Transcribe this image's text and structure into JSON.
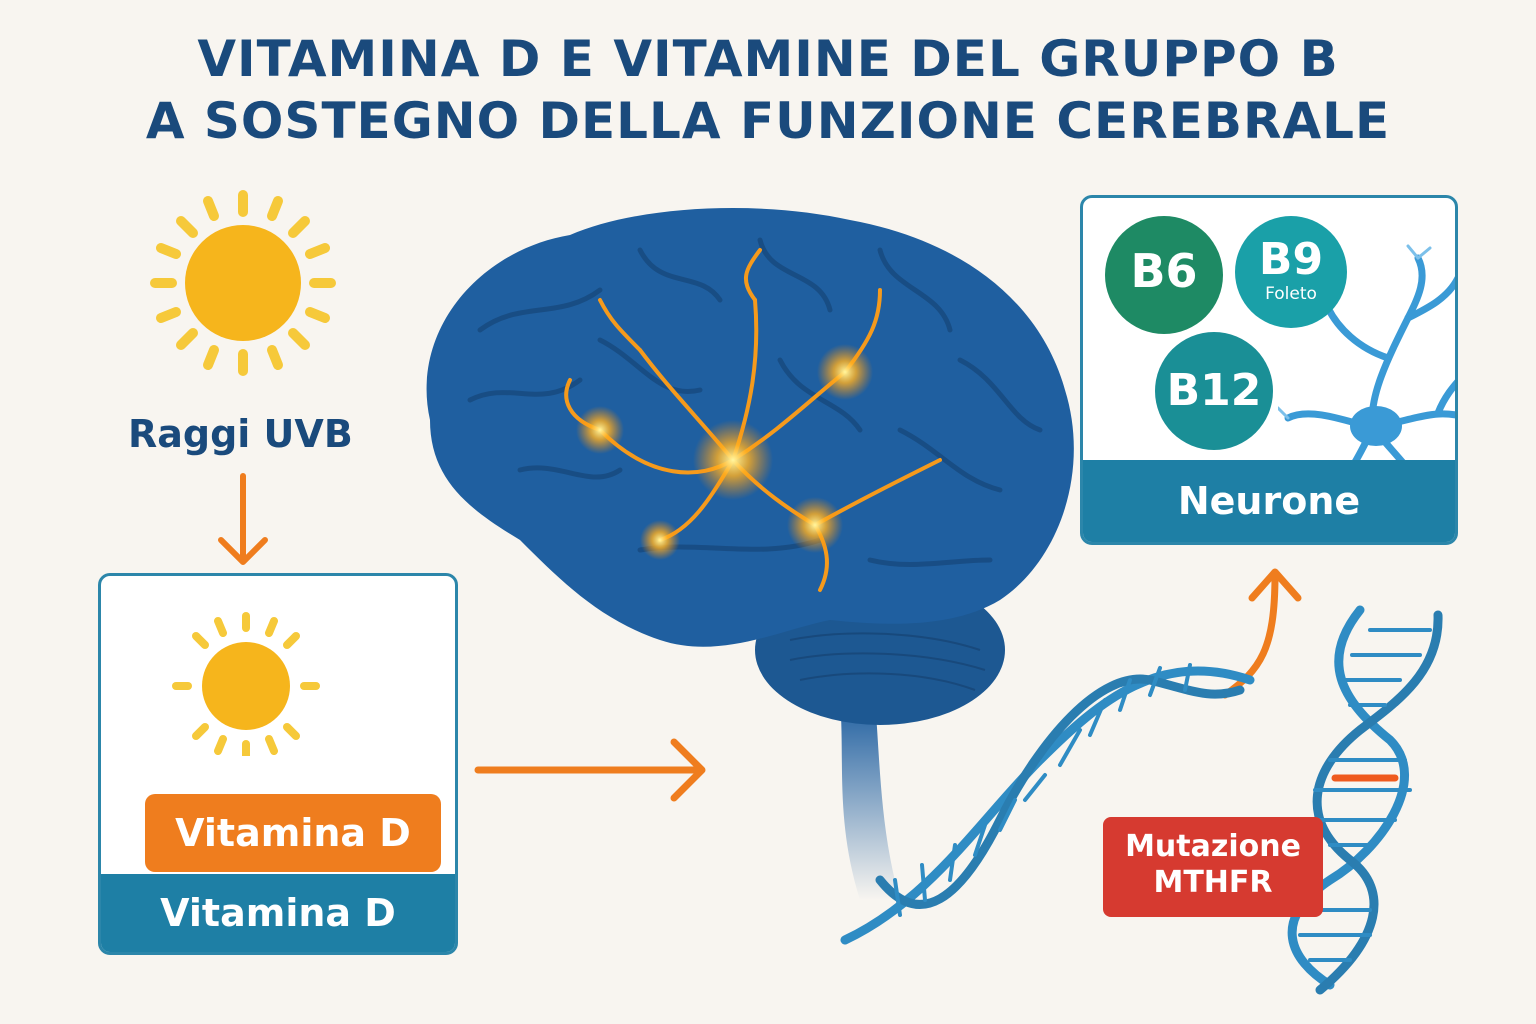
{
  "title": {
    "line1": "VITAMINA D E VITAMINE DEL GRUPPO B",
    "line2": "A SOSTEGNO DELLA FUNZIONE CEREBRALE"
  },
  "uvb": {
    "label": "Raggi UVB"
  },
  "vitamin_d_box": {
    "badge": "Vitamina D",
    "footer": "Vitamina D"
  },
  "b_box": {
    "b6": "B6",
    "b9": "B9",
    "b9_sub": "Foleto",
    "b12": "B12",
    "footer": "Neurone"
  },
  "mutation": {
    "line1": "Mutazione",
    "line2": "MTHFR"
  },
  "colors": {
    "title": "#1a4a7c",
    "brain": "#1f5fa0",
    "sun": "#f6b51c",
    "arrow": "#ef7d1e",
    "box_accent": "#1e7fa5",
    "b6": "#1e8a64",
    "b9": "#1aa0a8",
    "b12": "#1a8f96",
    "mutation": "#d63a30",
    "dna": "#2f8cc4"
  },
  "icons": [
    "sun-icon",
    "brain-illustration",
    "neuron-icon",
    "dna-helix-icon",
    "arrow-icon"
  ]
}
